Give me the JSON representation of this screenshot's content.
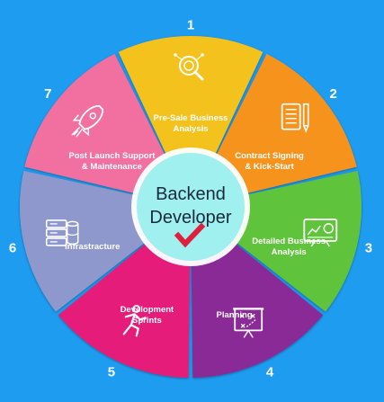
{
  "center": {
    "line1": "Backend",
    "line2": "Developer",
    "check_icon": "checkmark-icon",
    "check_color": "#e01f3d"
  },
  "segments": [
    {
      "number": "1",
      "label_lines": [
        "Pre-Sale Business",
        "Analysis"
      ],
      "icon": "magnifier-icon",
      "color": "#f4c21e"
    },
    {
      "number": "2",
      "label_lines": [
        "Contract Signing",
        "& Kick-Start"
      ],
      "icon": "document-pen-icon",
      "color": "#f6931f"
    },
    {
      "number": "3",
      "label_lines": [
        "Detailed Business",
        "Analysis"
      ],
      "icon": "dashboard-icon",
      "color": "#5ec43b"
    },
    {
      "number": "4",
      "label_lines": [
        "Planning"
      ],
      "icon": "strategy-board-icon",
      "color": "#8a2a96"
    },
    {
      "number": "5",
      "label_lines": [
        "Development",
        "Sprints"
      ],
      "icon": "runner-icon",
      "color": "#e61e7a"
    },
    {
      "number": "6",
      "label_lines": [
        "Infrastracture"
      ],
      "icon": "server-icon",
      "color": "#8f98cc"
    },
    {
      "number": "7",
      "label_lines": [
        "Post Launch Support",
        "& Maintenance"
      ],
      "icon": "rocket-icon",
      "color": "#f26f9f"
    }
  ],
  "colors": {
    "background": "#1e9cf0",
    "center_fill": "#9ff0ef",
    "badge": "#1e9cf0"
  }
}
